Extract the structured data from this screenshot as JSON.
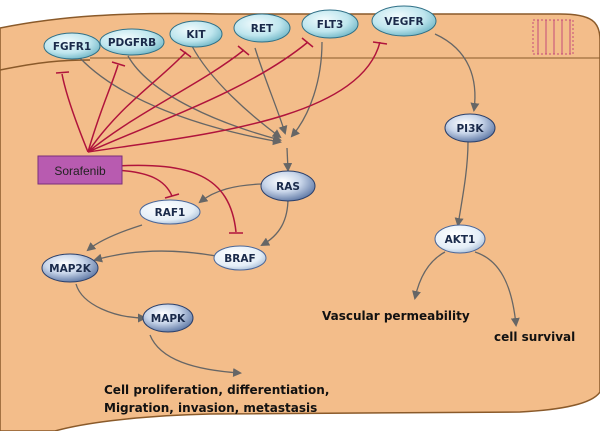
{
  "colors": {
    "cell_fill": "#f3bd8a",
    "cell_stroke": "#8a5a2a",
    "arrow": "#666666",
    "inhibit": "#b0143c",
    "drug_fill": "#b85bb0",
    "receptor_node": "#bfe6ee",
    "cyto_node_light": "#e4eef7",
    "cyto_node_dark": "#5c7aae"
  },
  "drug": {
    "label": "Sorafenib"
  },
  "receptors": [
    {
      "id": "fgfr1",
      "label": "FGFR1"
    },
    {
      "id": "pdgfrb",
      "label": "PDGFRB"
    },
    {
      "id": "kit",
      "label": "KIT"
    },
    {
      "id": "ret",
      "label": "RET"
    },
    {
      "id": "flt3",
      "label": "FLT3"
    },
    {
      "id": "vegfr",
      "label": "VEGFR"
    }
  ],
  "nodes": {
    "ras": "RAS",
    "raf1": "RAF1",
    "braf": "BRAF",
    "map2k": "MAP2K",
    "mapk": "MAPK",
    "pi3k": "PI3K",
    "akt1": "AKT1"
  },
  "outcomes": {
    "vascular": "Vascular permeability",
    "survival": "cell survival",
    "prolif_line1": "Cell proliferation, differentiation,",
    "prolif_line2": "Migration, invasion, metastasis"
  }
}
